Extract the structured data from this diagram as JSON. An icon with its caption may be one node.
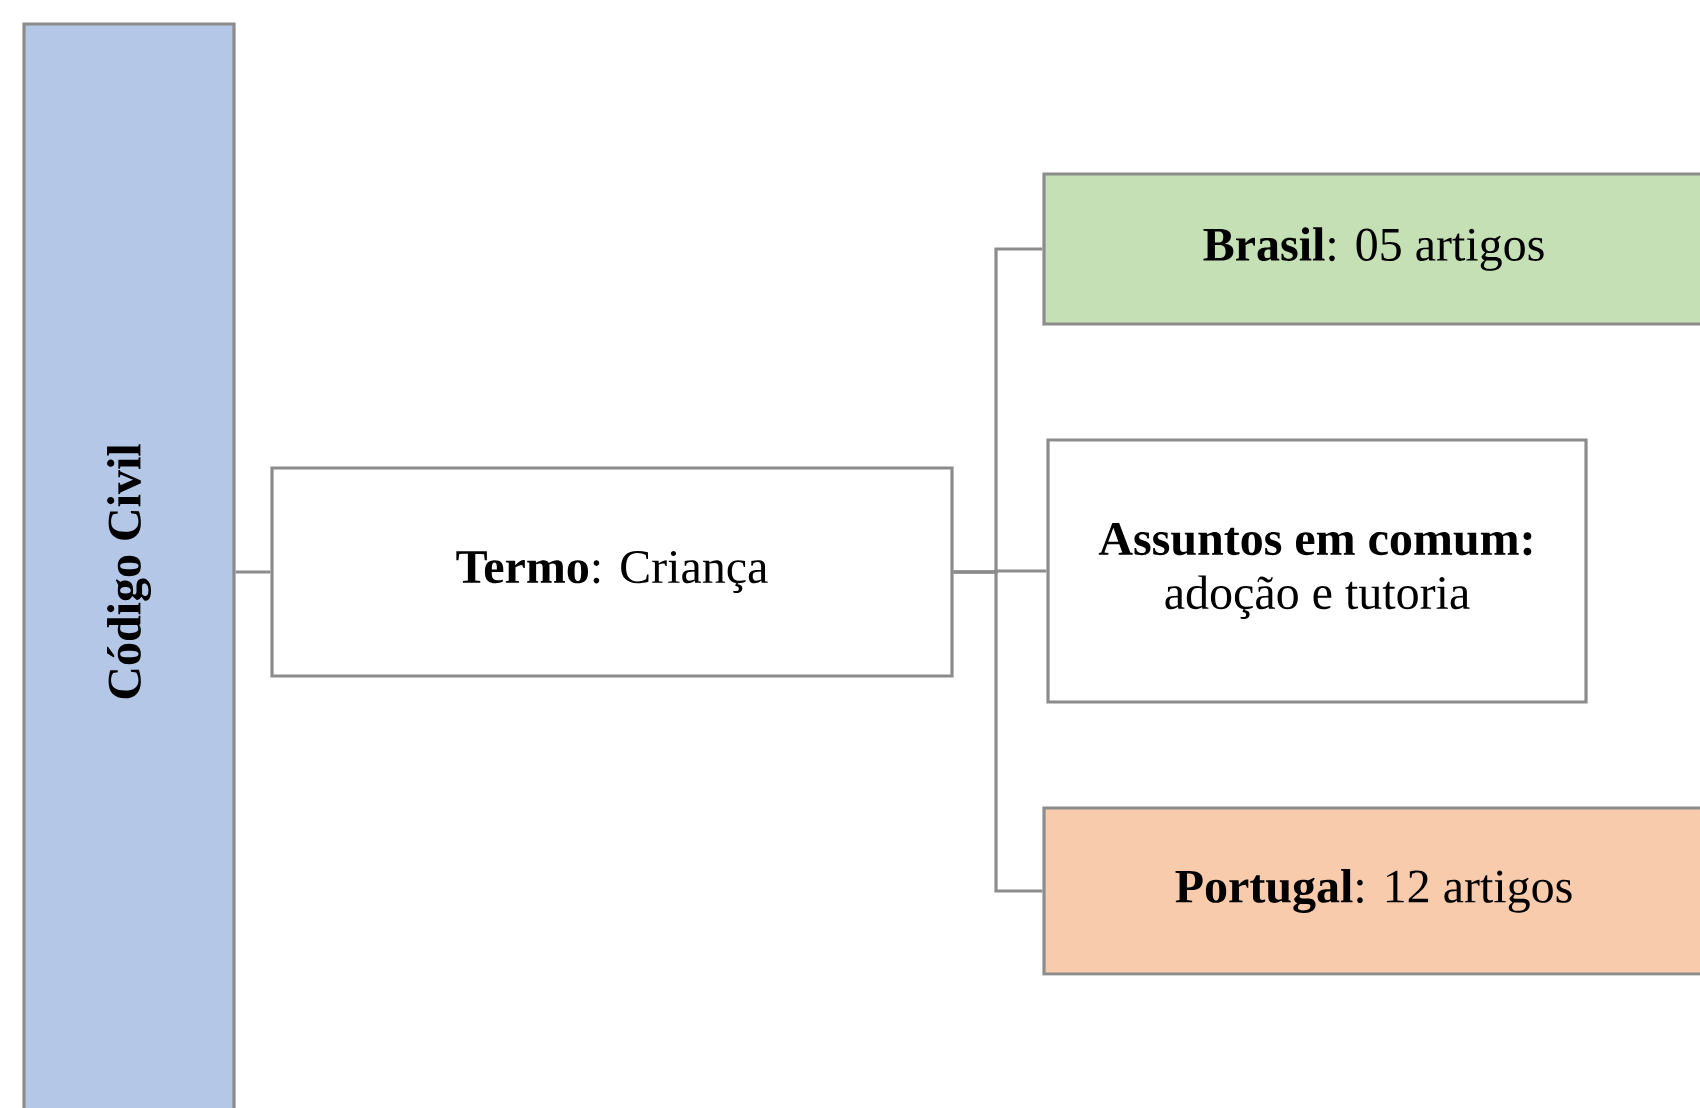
{
  "diagram": {
    "nodes": [
      {
        "text": [
          "Código Civil"
        ]
      },
      {
        "text": [
          "**Termo**: Criança"
        ]
      },
      {
        "text": [
          "**Brasil**: 05 artigos"
        ]
      },
      {
        "text": [
          "**Assuntos em comum:** adoção e tutoria"
        ]
      },
      {
        "text": [
          "**Portugal**: 12 artigos"
        ]
      }
    ],
    "edges": [
      {
        "from": 0,
        "to": 1,
        "arrow": "none"
      },
      {
        "from": 1,
        "to": 2,
        "arrow": "none"
      },
      {
        "from": 1,
        "to": 3,
        "arrow": "none"
      },
      {
        "from": 1,
        "to": 4,
        "arrow": "none"
      }
    ]
  }
}
